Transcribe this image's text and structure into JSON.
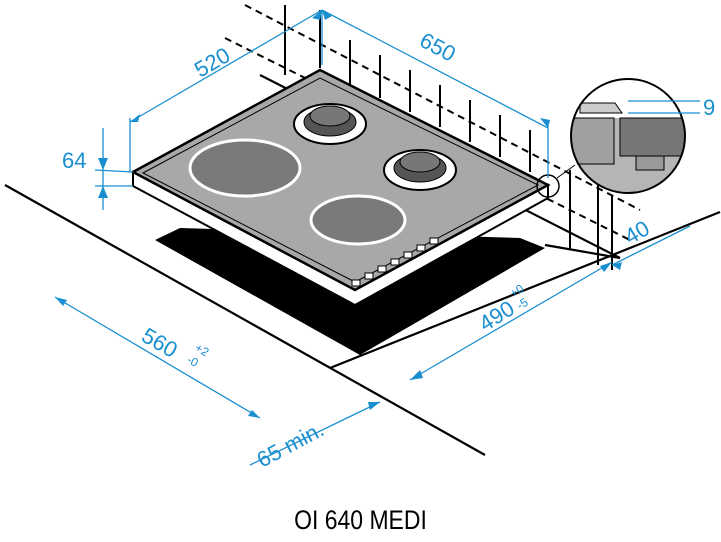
{
  "dimensions": {
    "depth": "520",
    "width": "650",
    "height": "64",
    "cutout_width": "560",
    "cutout_width_tol_plus": "+2",
    "cutout_width_tol_minus": "-0",
    "cutout_depth": "490",
    "cutout_depth_tol_plus": "+0",
    "cutout_depth_tol_minus": "-5",
    "front_min": "65 min.",
    "wall_distance": "40",
    "detail_thickness": "9"
  },
  "model_name": "OI 640 MEDI",
  "colors": {
    "dimension": "#1a8fd0",
    "hob_top": "#a8a8a8"
  }
}
